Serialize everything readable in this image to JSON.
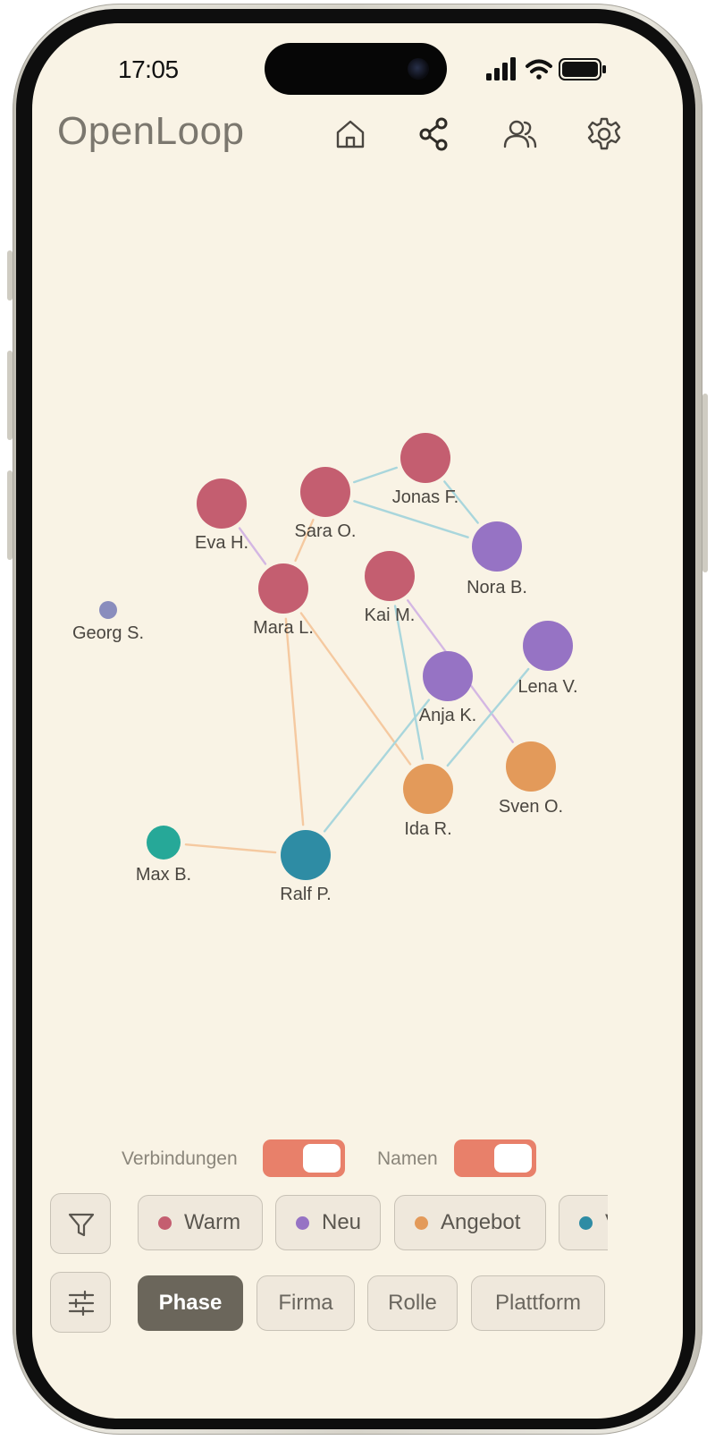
{
  "status": {
    "time": "17:05"
  },
  "app": {
    "title": "OpenLoop"
  },
  "nav": [
    {
      "icon": "home-icon"
    },
    {
      "icon": "share-icon"
    },
    {
      "icon": "users-icon"
    },
    {
      "icon": "gear-icon"
    }
  ],
  "colors": {
    "background": "#f9f3e5",
    "warm": "#c45e70",
    "neu": "#9673c4",
    "angebot": "#e39a5a",
    "teal": "#2e8ca4",
    "green": "#26a898",
    "slate": "#8a8dbd",
    "toggle_on": "#e8806a",
    "edge_blue": "#a9d6dc",
    "edge_orange": "#f5c9a0",
    "edge_purple": "#d4b7e3"
  },
  "graph": {
    "nodes": [
      {
        "id": "jonas",
        "label": "Jonas F.",
        "color": "#c45e70"
      },
      {
        "id": "sara",
        "label": "Sara O.",
        "color": "#c45e70"
      },
      {
        "id": "eva",
        "label": "Eva H.",
        "color": "#c45e70"
      },
      {
        "id": "nora",
        "label": "Nora B.",
        "color": "#9673c4"
      },
      {
        "id": "mara",
        "label": "Mara L.",
        "color": "#c45e70"
      },
      {
        "id": "kai",
        "label": "Kai M.",
        "color": "#c45e70"
      },
      {
        "id": "georg",
        "label": "Georg S.",
        "color": "#8a8dbd"
      },
      {
        "id": "lena",
        "label": "Lena V.",
        "color": "#9673c4"
      },
      {
        "id": "anja",
        "label": "Anja K.",
        "color": "#9673c4"
      },
      {
        "id": "sven",
        "label": "Sven O.",
        "color": "#e39a5a"
      },
      {
        "id": "ida",
        "label": "Ida R.",
        "color": "#e39a5a"
      },
      {
        "id": "max",
        "label": "Max B.",
        "color": "#26a898"
      },
      {
        "id": "ralf",
        "label": "Ralf P.",
        "color": "#2e8ca4"
      }
    ],
    "edges": [
      {
        "from": "sara",
        "to": "jonas",
        "color": "#a9d6dc"
      },
      {
        "from": "sara",
        "to": "nora",
        "color": "#a9d6dc"
      },
      {
        "from": "jonas",
        "to": "nora",
        "color": "#a9d6dc"
      },
      {
        "from": "eva",
        "to": "mara",
        "color": "#d4b7e3"
      },
      {
        "from": "sara",
        "to": "mara",
        "color": "#f5c9a0"
      },
      {
        "from": "mara",
        "to": "ida",
        "color": "#f5c9a0"
      },
      {
        "from": "mara",
        "to": "ralf",
        "color": "#f5c9a0"
      },
      {
        "from": "kai",
        "to": "ida",
        "color": "#a9d6dc"
      },
      {
        "from": "kai",
        "to": "sven",
        "color": "#d4b7e3"
      },
      {
        "from": "anja",
        "to": "ralf",
        "color": "#a9d6dc"
      },
      {
        "from": "lena",
        "to": "ida",
        "color": "#a9d6dc"
      },
      {
        "from": "max",
        "to": "ralf",
        "color": "#f5c9a0"
      }
    ]
  },
  "toggles": [
    {
      "label": "Verbindungen",
      "on": true
    },
    {
      "label": "Namen",
      "on": true
    }
  ],
  "buttons": {
    "filter": "filter-icon",
    "settings": "sliders-icon"
  },
  "legend_chips": [
    {
      "label": "Warm",
      "color": "#c45e70"
    },
    {
      "label": "Neu",
      "color": "#9673c4"
    },
    {
      "label": "Angebot",
      "color": "#e39a5a"
    },
    {
      "label": "V",
      "color": "#2e8ca4"
    }
  ],
  "tabs": [
    {
      "label": "Phase",
      "active": true
    },
    {
      "label": "Firma",
      "active": false
    },
    {
      "label": "Rolle",
      "active": false
    },
    {
      "label": "Plattform",
      "active": false
    }
  ]
}
